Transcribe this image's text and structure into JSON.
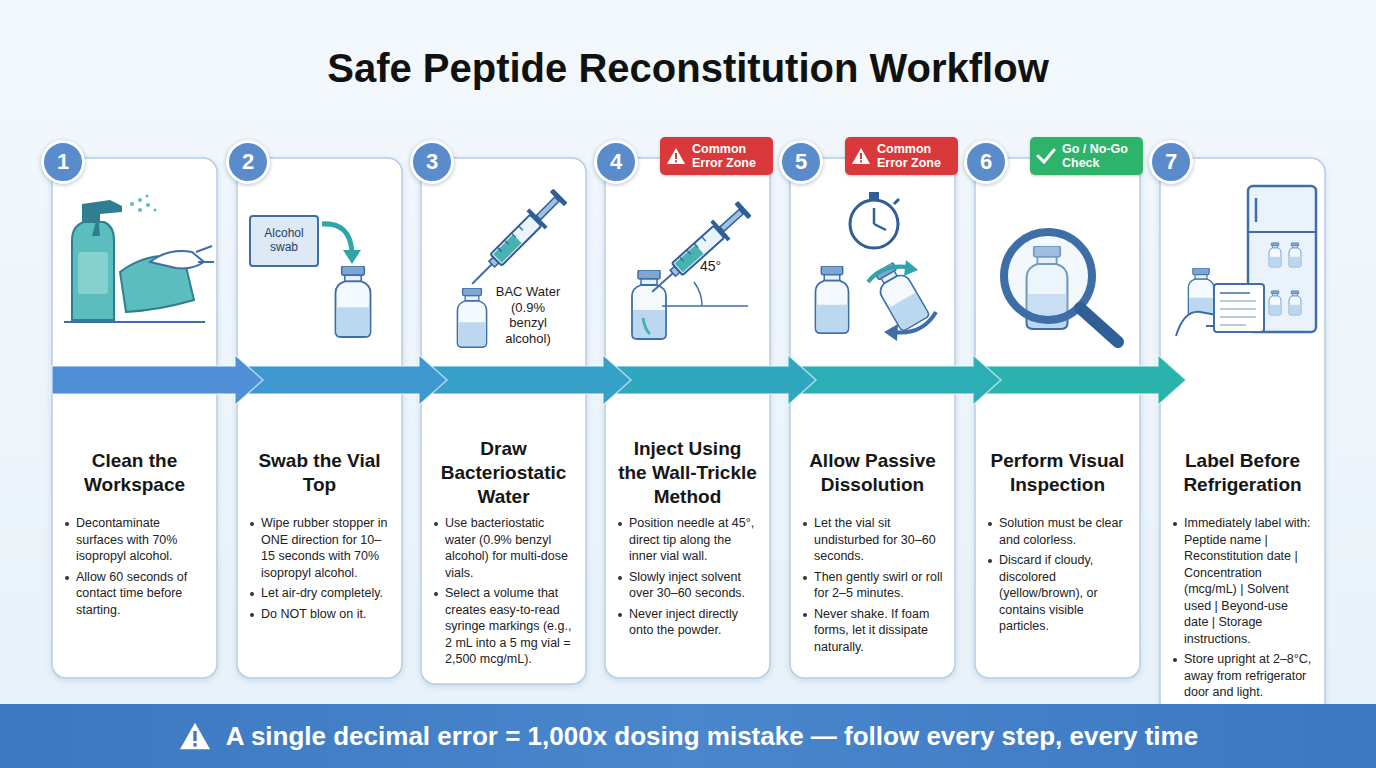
{
  "diagram": {
    "title": "Safe Peptide Reconstitution Workflow",
    "nodes": [
      {
        "text": [
          "1"
        ]
      },
      {
        "text": [
          "Clean the Workspace",
          "Decontaminate surfaces with 70% isopropyl alcohol.",
          "Allow 60 seconds of contact time before starting."
        ]
      },
      {
        "text": [
          "2"
        ]
      },
      {
        "text": [
          "Swab the Vial Top",
          "Wipe rubber stopper in ONE direction for 10–15 seconds with 70% isopropyl alcohol.",
          "Let air-dry completely.",
          "Do NOT blow on it."
        ]
      },
      {
        "text": [
          "3"
        ]
      },
      {
        "text": [
          "Draw Bacteriostatic Water",
          "Use bacteriostatic water (0.9% benzyl alcohol) for multi-dose vials.",
          "Select a volume that creates easy-to-read syringe markings (e.g., 2 mL into a 5 mg vial = 2,500 mcg/mL)."
        ]
      },
      {
        "text": [
          "4"
        ]
      },
      {
        "text": [
          "Common Error Zone"
        ]
      },
      {
        "text": [
          "Inject Using the Wall-Trickle Method",
          "Position needle at 45°, direct tip along the inner vial wall.",
          "Slowly inject solvent over 30–60 seconds.",
          "Never inject directly onto the powder."
        ]
      },
      {
        "text": [
          "5"
        ]
      },
      {
        "text": [
          "Common Error Zone"
        ]
      },
      {
        "text": [
          "Allow Passive Dissolution",
          "Let the vial sit undisturbed for 30–60 seconds.",
          "Then gently swirl or roll for 2–5 minutes.",
          "Never shake. If foam forms, let it dissipate naturally."
        ]
      },
      {
        "text": [
          "6"
        ]
      },
      {
        "text": [
          "Go / No-Go Check"
        ]
      },
      {
        "text": [
          "Perform Visual Inspection",
          "Solution must be clear and colorless.",
          "Discard if cloudy, discolored (yellow/brown), or contains visible particles."
        ]
      },
      {
        "text": [
          "7"
        ]
      },
      {
        "text": [
          "Label Before Refrigeration",
          "Immediately label with: Peptide name | Reconstitution date | Concentration (mcg/mL) | Solvent used | Beyond-use date | Storage instructions.",
          "Store upright at 2–8°C, away from refrigerator door and light."
        ]
      },
      {
        "text": [
          "A single decimal error = 1,000x dosing mistake — follow every step, every time"
        ]
      }
    ],
    "edges": [
      {
        "from": 1,
        "to": 3,
        "arrow": "to"
      },
      {
        "from": 3,
        "to": 5,
        "arrow": "to"
      },
      {
        "from": 5,
        "to": 8,
        "arrow": "to"
      },
      {
        "from": 8,
        "to": 11,
        "arrow": "to"
      },
      {
        "from": 11,
        "to": 14,
        "arrow": "to"
      },
      {
        "from": 14,
        "to": 16,
        "arrow": "to"
      }
    ],
    "labels": [
      "Alcohol swab",
      "BAC Water (0.9% benzyl alcohol)",
      "45°"
    ]
  }
}
